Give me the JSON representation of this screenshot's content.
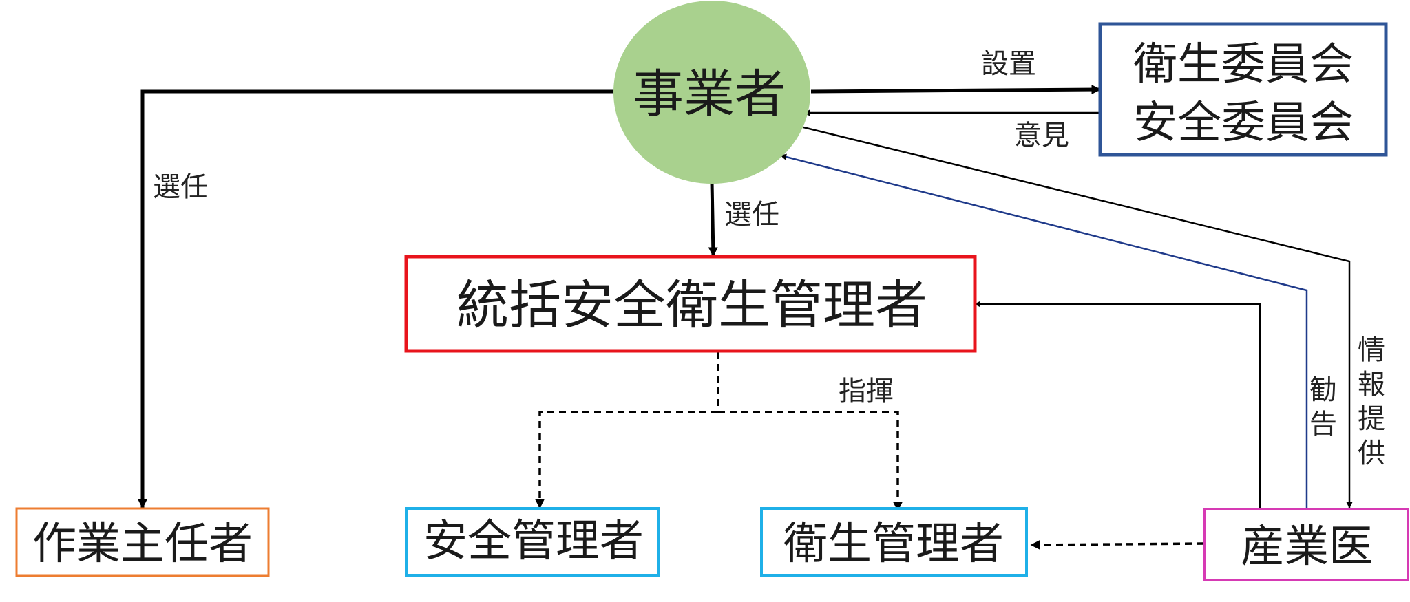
{
  "nodes": {
    "employer": "事業者",
    "committee_health": "衛生委員会",
    "committee_safety": "安全委員会",
    "general_manager": "統括安全衛生管理者",
    "work_chief": "作業主任者",
    "safety_manager": "安全管理者",
    "health_manager": "衛生管理者",
    "industrial_physician": "産業医"
  },
  "labels": {
    "install": "設置",
    "opinion": "意見",
    "appoint_left": "選任",
    "appoint_center": "選任",
    "command": "指揮",
    "advice": [
      "勧",
      "告"
    ],
    "info": [
      "情",
      "報",
      "提",
      "供"
    ]
  },
  "colors": {
    "employer_fill": "#a9d18e",
    "committee_border": "#2f5597",
    "general_manager_border": "#e8141c",
    "work_chief_border": "#ed7d31",
    "manager_border": "#1fb0e8",
    "physician_border": "#d63ab4",
    "advice_line": "#1f3a8a"
  }
}
